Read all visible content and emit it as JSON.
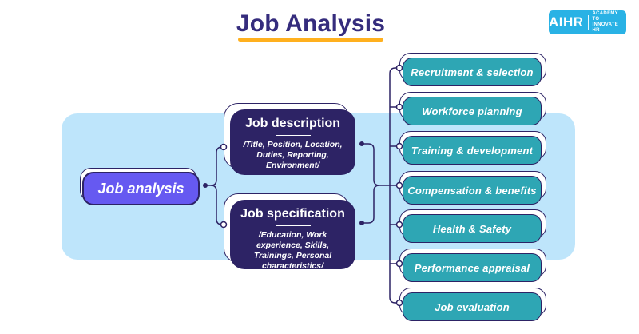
{
  "page": {
    "title": "Job Analysis"
  },
  "logo": {
    "name": "AIHR",
    "tagline_line1": "ACADEMY TO",
    "tagline_line2": "INNOVATE HR"
  },
  "root": {
    "label": "Job analysis"
  },
  "components": [
    {
      "title": "Job description",
      "details": "/Title, Position, Location, Duties, Reporting, Environment/"
    },
    {
      "title": "Job specification",
      "details": "/Education, Work experience, Skills, Trainings, Personal characteristics/"
    }
  ],
  "applications": [
    {
      "label": "Recruitment & selection"
    },
    {
      "label": "Workforce planning"
    },
    {
      "label": "Training & development"
    },
    {
      "label": "Compensation & benefits"
    },
    {
      "label": "Health & Safety"
    },
    {
      "label": "Performance appraisal"
    },
    {
      "label": "Job evaluation"
    }
  ],
  "colors": {
    "navy": "#2D2365",
    "purple": "#6659F1",
    "teal": "#2EA6B4",
    "band_blue": "#BEE5FB",
    "logo_blue": "#29B2E5",
    "title_text": "#352C7D",
    "underline_orange": "#FFB01E"
  }
}
